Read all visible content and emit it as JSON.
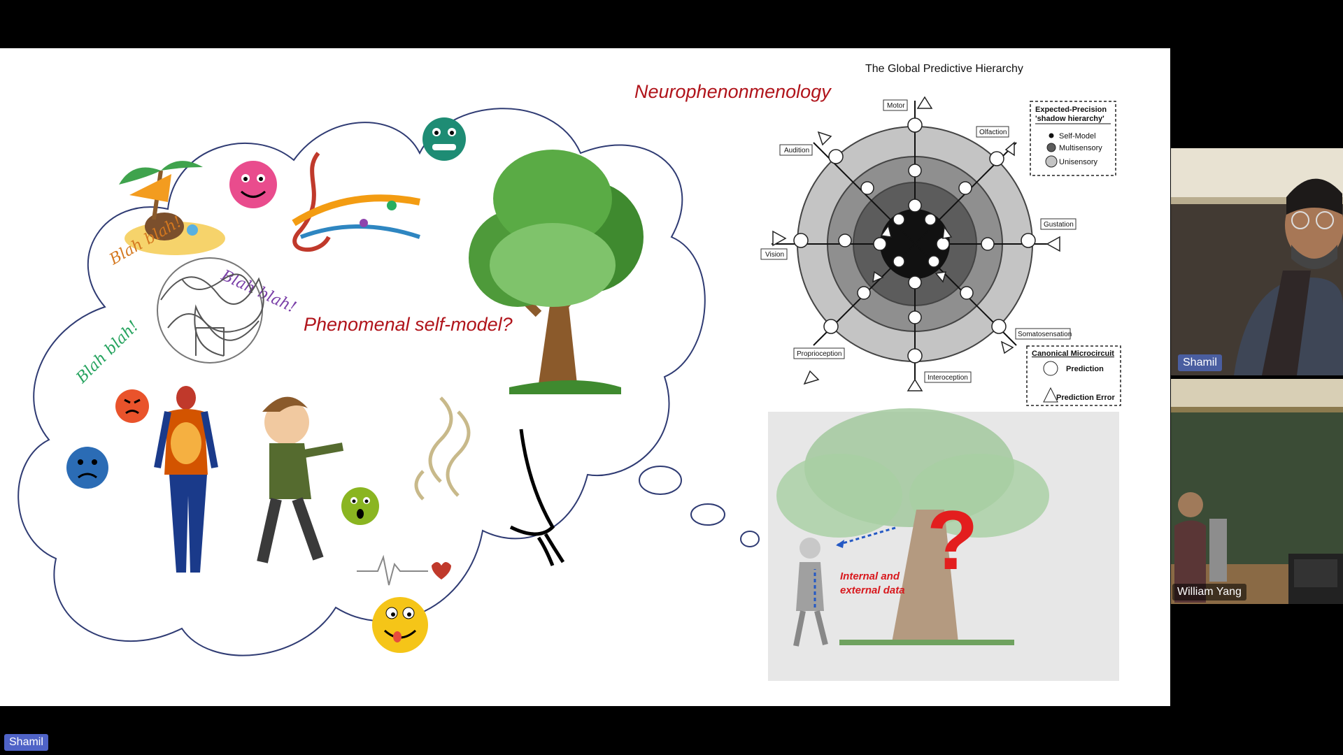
{
  "meeting": {
    "active_speaker_label": "Shamil"
  },
  "slide": {
    "heading_neuro": "Neurophenonmenology",
    "heading_self_model": "Phenomenal self-model?",
    "blah1": "Blah blah!",
    "blah2": "Blah blah!",
    "blah3": "Blah blah!",
    "hierarchy": {
      "title": "The Global Predictive Hierarchy",
      "modalities": [
        "Motor",
        "Olfaction",
        "Audition",
        "Gustation",
        "Vision",
        "Somatosensation",
        "Proprioception",
        "Interoception"
      ],
      "legend_precision": {
        "title_line1": "Expected-Precision",
        "title_line2": "'shadow hierarchy'",
        "items": [
          "Self-Model",
          "Multisensory",
          "Unisensory"
        ]
      },
      "legend_circuit": {
        "title": "Canonical Microcircuit",
        "items": [
          "Prediction",
          "Prediction Error"
        ]
      }
    },
    "inset": {
      "question_mark": "?",
      "caption_line1": "Internal and",
      "caption_line2": "external data"
    }
  },
  "participants": [
    {
      "name": "Shamil"
    },
    {
      "name": "William Yang"
    }
  ]
}
